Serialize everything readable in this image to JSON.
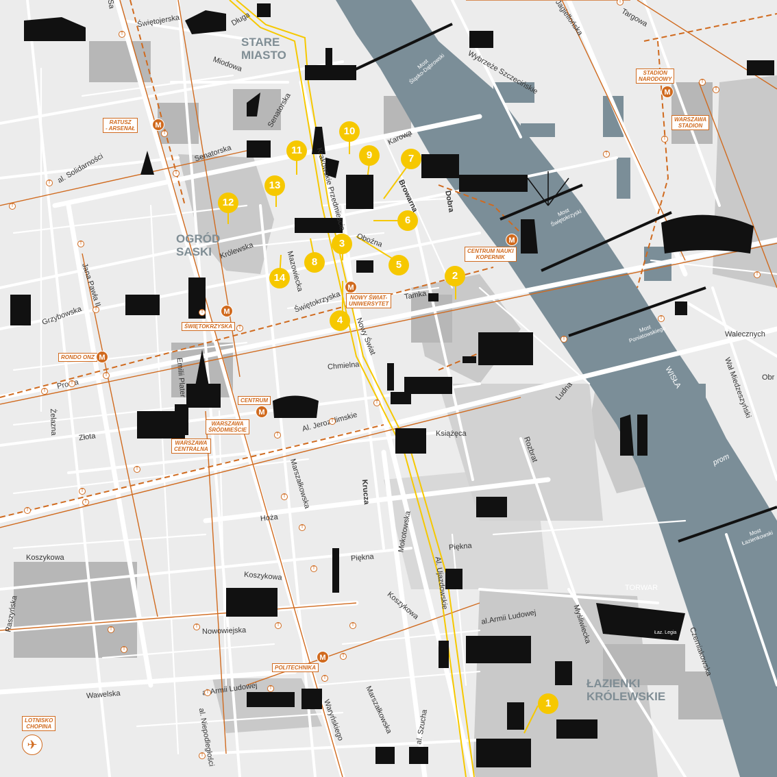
{
  "districts": [
    {
      "name": "stare-miasto",
      "text": "STARE\nMIASTO"
    },
    {
      "name": "ogrod-saski",
      "text": "OGRÓD\nSASKI"
    },
    {
      "name": "lazienki",
      "text": "ŁAZIENKI\nKRÓLEWSKIE"
    }
  ],
  "streets": {
    "swietojerska": "Świętojerska",
    "dluga": "Długa",
    "miodowa": "Miodowa",
    "senatorska1": "Senatorska",
    "senatorska2": "Senatorska",
    "solidarnosci": "al. Solidarności",
    "jana_pawla": "Jana Pawła II",
    "grzybowska": "Grzybowska",
    "krolewska": "Królewska",
    "mazowiecka": "Mazowiecka",
    "swietokrzyska": "Świętokrzyska",
    "krakowskie": "Krakowskie Przedmieście",
    "karowa": "Karowa",
    "browarna": "Browarna",
    "dobra": "Dobra",
    "oboźna": "Oboźna",
    "tamka": "Tamka",
    "nowy_swiat": "Nowy Świat",
    "chmielna": "Chmielna",
    "prosta": "Prosta",
    "zlota": "Złota",
    "emilii": "Emilii Plater",
    "zelazna": "Żelazna",
    "jerozolimskie": "Al. Jerozolimskie",
    "ksiazeca": "Książęca",
    "ludna": "Ludna",
    "rozbrat": "Rozbrat",
    "marszalkowska1": "Marszałkowska",
    "krucza": "Krucza",
    "mokotowska": "Mokotowska",
    "hoza": "Hoża",
    "piekna1": "Piękna",
    "piekna2": "Piękna",
    "koszykowa1": "Koszykowa",
    "koszykowa2": "Koszykowa",
    "koszykowa3": "Koszykowa",
    "ujazdowskie": "Al. Ujazdowskie",
    "armii1": "al.Armii Ludowej",
    "armii2": "al.Armii Ludowej",
    "nowowiejska": "Nowowiejska",
    "wawelska": "Wawelska",
    "niepodleglosci": "al. Niepodległości",
    "waryńskiego": "Waryńskiego",
    "marszalkowska2": "Marszałkowska",
    "szucha": "al. Szucha",
    "raszynska": "Raszyńska",
    "myśliwiecka": "Myśliwiecka",
    "czerniakowska": "Czerniakowska",
    "torwar": "TORWAR",
    "walecznych": "Walecznych",
    "wal_miedzeszynski": "Wał Miedzeszyński",
    "obr": "Obr",
    "jagiellonska": "Jagiellońska",
    "targowa": "Targowa",
    "wybrzeze": "Wybrzeże Szczecińskie",
    "prom": "prom",
    "wisla": "WISŁA",
    "jaz": "Łaz. Legia",
    "sa": "Sa"
  },
  "bridges": {
    "slasko": "Most\nŚląsko-Dąbrowski",
    "swietokrzyski": "Most\nŚwiętokrzyski",
    "poniatowskiego": "Most\nPoniatowskiego",
    "lazienkowski": "Most\nŁazienkowski"
  },
  "tags": {
    "stadion_narodowy": "STADION\nNARODOWY",
    "warszawa_stadion": "WARSZAWA\nSTADION",
    "ratusz": "RATUSZ\n- ARSENAŁ",
    "centrum_nauki": "CENTRUM NAUKI\nKOPERNIK",
    "nowy_swiat_uniw": "NOWY ŚWIAT-\nUNIWERSYTET",
    "swietokrzyska_st": "ŚWIĘTOKRZYSKA",
    "rondo_onz": "RONDO ONZ",
    "centrum": "CENTRUM",
    "srodmiescie": "WARSZAWA\nŚRÓDMIEŚCIE",
    "centralna": "WARSZAWA\nCENTRALNA",
    "politechnika": "POLITECHNIKA",
    "lotnisko": "LOTNISKO\nCHOPINA"
  },
  "metro_letter": "M",
  "tram_letter": "T",
  "pois": [
    "1",
    "2",
    "3",
    "4",
    "5",
    "6",
    "7",
    "8",
    "9",
    "10",
    "11",
    "12",
    "13",
    "14"
  ],
  "colors": {
    "background": "#ececec",
    "street": "#ffffff",
    "block": "#bdbdbd",
    "park": "#cfcfcf",
    "river": "#7b8e98",
    "transit": "#d06a1e",
    "route": "#f6c800",
    "poi": "#f6c800",
    "district_label": "#7f8d94"
  }
}
